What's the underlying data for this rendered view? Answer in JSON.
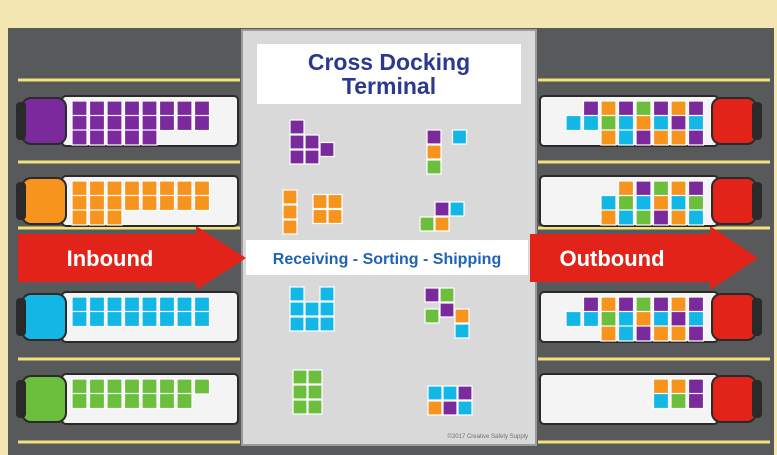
{
  "title_line1": "Cross Docking",
  "title_line2": "Terminal",
  "inbound_label": "Inbound",
  "outbound_label": "Outbound",
  "process_label": "Receiving - Sorting - Shipping",
  "copyright": "©2017 Creative Safety Supply",
  "colors": {
    "purple": "#7a2a9c",
    "orange": "#f7941d",
    "blue": "#12b7e6",
    "green": "#6cbf3c",
    "red": "#e2231a",
    "title_blue": "#2b3a8c",
    "process_blue": "#1e63b5",
    "asphalt": "#58595b",
    "terminal": "#d9d9da",
    "lane_line": "#f2e27a"
  },
  "inbound_trucks": [
    {
      "cab_color": "purple",
      "cargo_color": "purple",
      "cargo_count": 21
    },
    {
      "cab_color": "orange",
      "cargo_color": "orange",
      "cargo_count": 19
    },
    {
      "cab_color": "blue",
      "cargo_color": "blue",
      "cargo_count": 16
    },
    {
      "cab_color": "green",
      "cargo_color": "green",
      "cargo_count": 15
    }
  ],
  "outbound_trucks": [
    {
      "cab_color": "red",
      "cargo": "mixed-full"
    },
    {
      "cab_color": "red",
      "cargo": "mixed-partial"
    },
    {
      "cab_color": "red",
      "cargo": "mixed-full"
    },
    {
      "cab_color": "red",
      "cargo": "mixed-small"
    }
  ]
}
